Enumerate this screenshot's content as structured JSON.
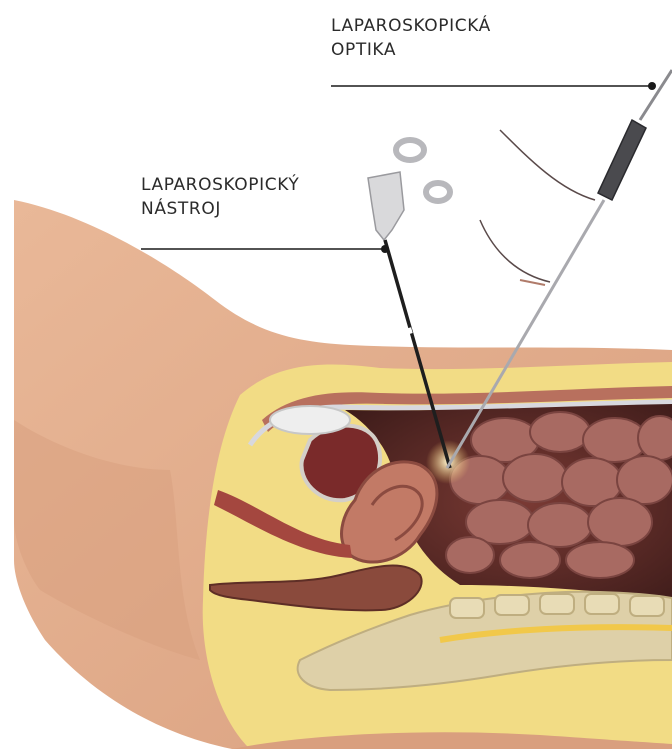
{
  "labels": {
    "optics": {
      "line1": "LAPAROSKOPICKÁ",
      "line2": "OPTIKA"
    },
    "instrument": {
      "line1": "LAPAROSKOPICKÝ",
      "line2": "NÁSTROJ"
    }
  },
  "colors": {
    "skin": "#e6b294",
    "skin_shadow": "#cf9674",
    "fat": "#f3df86",
    "cavity": "#5a2a26",
    "intestine": "#a86a62",
    "uterus": "#b8705e",
    "bladder": "#7a2a2a",
    "bone": "#ded0a8",
    "leader_line": "#1a1a1a"
  }
}
